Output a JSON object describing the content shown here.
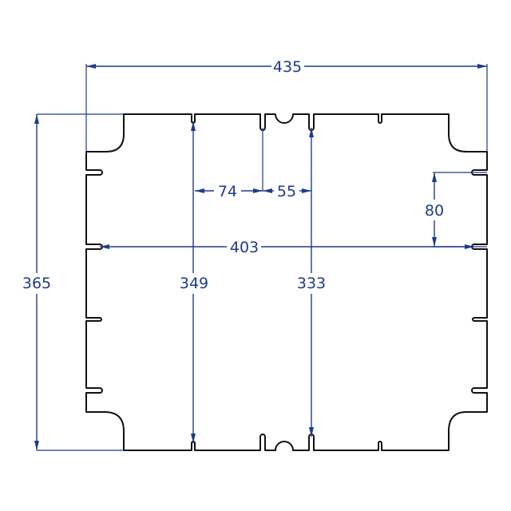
{
  "colors": {
    "outline": "#111111",
    "dimension": "#1f3b8a",
    "background": "#ffffff"
  },
  "dimensions": {
    "overall_width": "435",
    "inner_width": "403",
    "overall_height": "365",
    "height_left": "349",
    "height_right": "333",
    "offset_a": "74",
    "offset_b": "55",
    "notch_height": "80"
  }
}
